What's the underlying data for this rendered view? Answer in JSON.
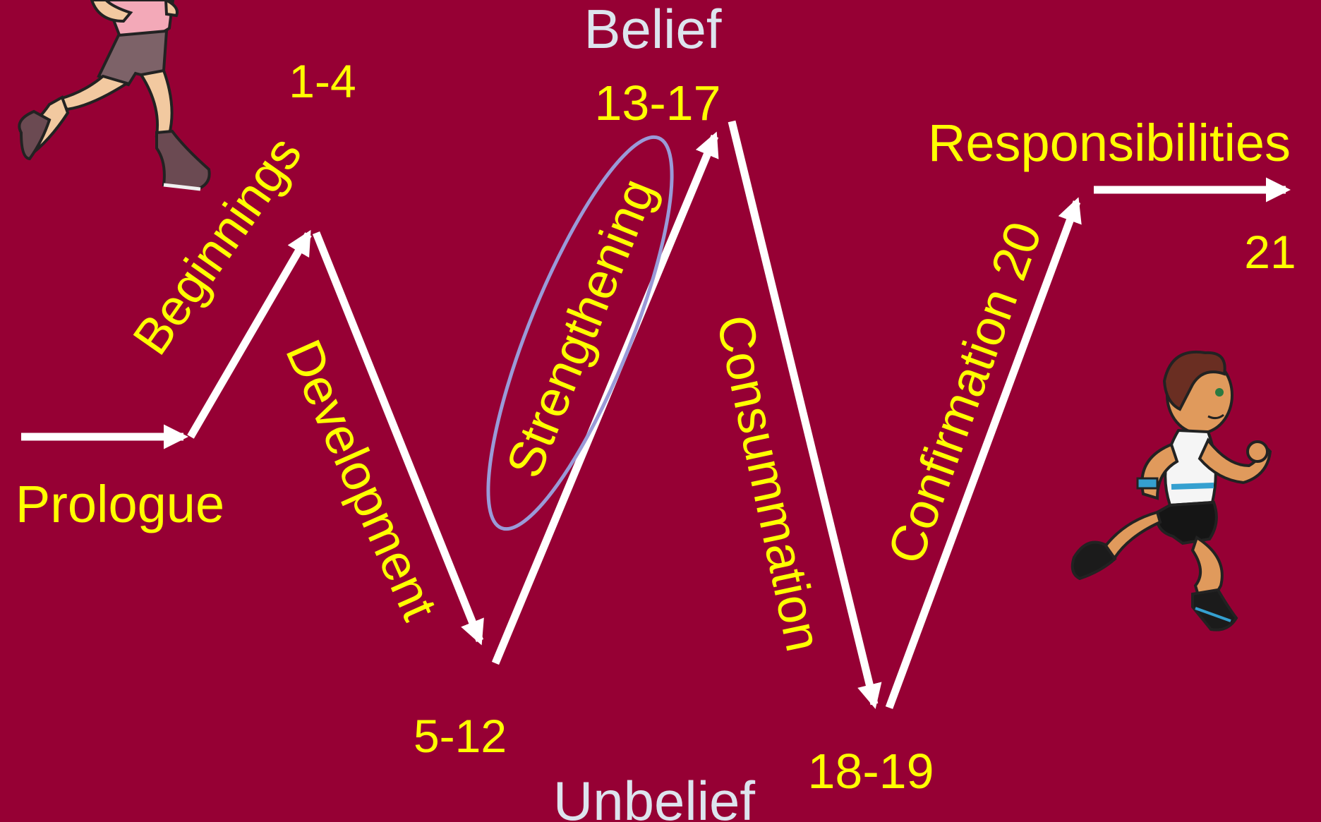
{
  "colors": {
    "background": "#960034",
    "label": "#ffff00",
    "axis_label": "#dde4ee",
    "arrow": "#ffffff",
    "ellipse": "#9a9ad8"
  },
  "axis": {
    "top": "Belief",
    "bottom": "Unbelief"
  },
  "stages": {
    "prologue": "Prologue",
    "beginnings": "Beginnings",
    "development": "Development",
    "strengthening": "Strengthening",
    "consummation": "Consummation",
    "confirmation": "Confirmation 20",
    "responsibilities": "Responsibilities"
  },
  "chapters": {
    "beginnings": "1-4",
    "development": "5-12",
    "strengthening": "13-17",
    "consummation": "18-19",
    "responsibilities": "21"
  },
  "icons": {
    "runner_top_left": "runner-girl-icon",
    "runner_bottom_right": "runner-boy-icon"
  }
}
